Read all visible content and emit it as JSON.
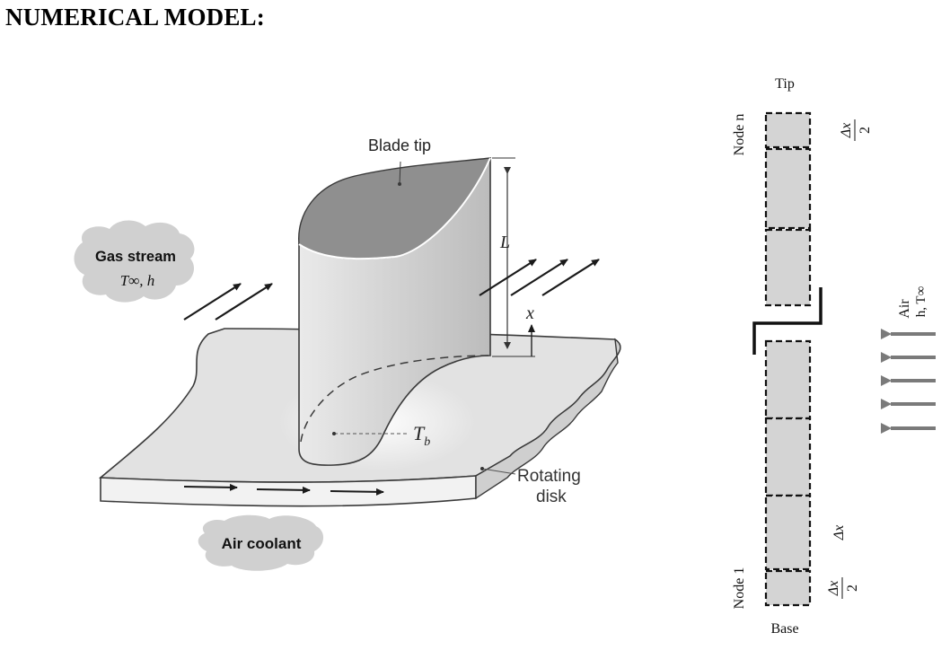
{
  "heading": "NUMERICAL MODEL:",
  "blade_figure": {
    "gas_stream_label": "Gas stream",
    "gas_stream_vars": "T∞, h",
    "blade_tip_label": "Blade tip",
    "length_label": "L",
    "x_label": "x",
    "base_temp_label": "T",
    "base_temp_sub": "b",
    "rotating_disk_line1": "Rotating",
    "rotating_disk_line2": "disk",
    "air_coolant_label": "Air coolant"
  },
  "node_diagram": {
    "tip_label": "Tip",
    "base_label": "Base",
    "node_n_label": "Node n",
    "node_1_label": "Node 1",
    "dx_label": "Δx",
    "half_num": "Δx",
    "half_den": "2",
    "air_label": "Air",
    "air_vars": "h, T∞"
  },
  "colors": {
    "blade_face": "#d9d9d9",
    "blade_tip": "#8e8e8e",
    "disk": "#e4e4e4",
    "node_fill": "#d4d4d4",
    "air_arrow": "#7a7a7a"
  }
}
